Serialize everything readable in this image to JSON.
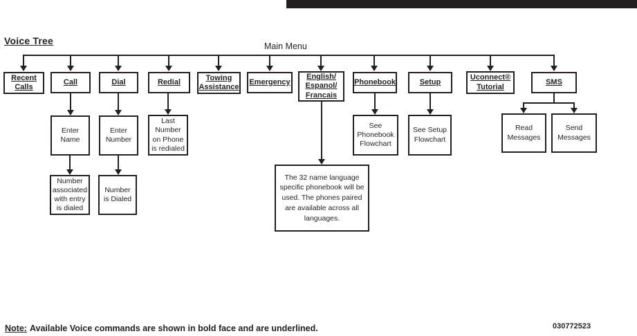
{
  "document": {
    "title": "Voice Tree",
    "root_label": "Main Menu",
    "note": {
      "label": "Note:",
      "text": "Available Voice commands are shown in bold face and are underlined."
    },
    "doc_number": "030772523"
  },
  "nodes": {
    "recent_calls": {
      "label": "Recent\nCalls"
    },
    "call": {
      "label": "Call"
    },
    "dial": {
      "label": "Dial"
    },
    "redial": {
      "label": "Redial"
    },
    "towing_assistance": {
      "label": "Towing\nAssistance"
    },
    "emergency": {
      "label": "Emergency"
    },
    "language": {
      "label": "English/\nEspanol/\nFrancais"
    },
    "phonebook": {
      "label": "Phonebook"
    },
    "setup": {
      "label": "Setup"
    },
    "uconnect_tutorial": {
      "label": "Uconnect®\nTutorial"
    },
    "sms": {
      "label": "SMS"
    },
    "enter_name": {
      "label": "Enter\nName"
    },
    "enter_number": {
      "label": "Enter\nNumber"
    },
    "last_number": {
      "label": "Last\nNumber\non Phone\nis redialed"
    },
    "see_phonebook": {
      "label": "See\nPhonebook\nFlowchart"
    },
    "see_setup": {
      "label": "See Setup\nFlowchart"
    },
    "read_messages": {
      "label": "Read\nMessages"
    },
    "send_messages": {
      "label": "Send\nMessages"
    },
    "number_associated": {
      "label": "Number\nassociated\nwith entry\nis dialed"
    },
    "number_dialed": {
      "label": "Number\nis Dialed"
    },
    "language_note": {
      "label": "The 32 name language\nspecific phonebook will be\nused. The phones paired\nare available across all\nlanguages."
    }
  },
  "colors": {
    "ink": "#231f20",
    "background": "#ffffff"
  }
}
